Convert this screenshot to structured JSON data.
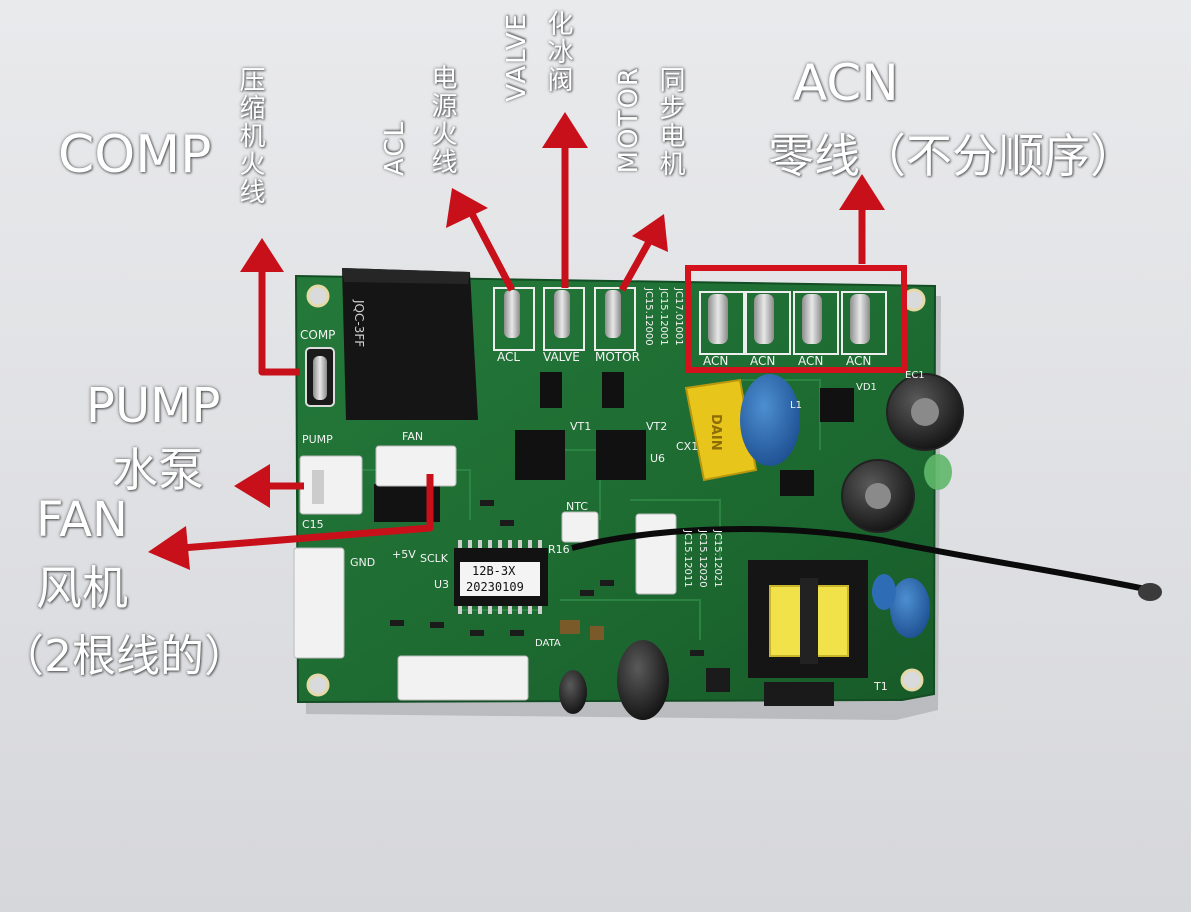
{
  "annotations": {
    "comp": "COMP",
    "comp_live": "压缩机火线",
    "acl_cn": "电源火线",
    "acl_en": "ACL",
    "valve_cn": "化冰阀",
    "valve_en": "VALVE",
    "motor_cn": "同步电机",
    "motor_en": "MOTOR",
    "acn_title": "ACN",
    "acn_desc": "零线（不分顺序）",
    "pump_en": "PUMP",
    "pump_cn": "水泵",
    "fan_en": "FAN",
    "fan_cn": "风机",
    "fan_note": "（2根线的）"
  },
  "board": {
    "silk_comp": "COMP",
    "silk_pump": "PUMP",
    "silk_fan": "FAN",
    "silk_acl": "ACL",
    "silk_valve": "VALVE",
    "silk_motor": "MOTOR",
    "silk_acn": [
      "ACN",
      "ACN",
      "ACN",
      "ACN"
    ],
    "silk_ntc": "NTC",
    "silk_5v": "+5V",
    "silk_gnd": "GND",
    "silk_sclk": "SCLK",
    "silk_data": "DATA",
    "silk_u3": "U3",
    "silk_u6": "U6",
    "silk_vt1": "VT1",
    "silk_vt2": "VT2",
    "silk_cx1": "CX1",
    "silk_ec1": "EC1",
    "silk_vd1": "VD1",
    "silk_l1": "L1",
    "silk_t1": "T1",
    "silk_c15": "C15",
    "silk_r16": "R16",
    "silk_jc_top": [
      "JC15.12000",
      "JC15.12001",
      "JC17.01001"
    ],
    "silk_jc_mid": [
      "JC15.12011",
      "JC15.12020",
      "JC15.12021"
    ],
    "chip_label_1": "12B-3X",
    "chip_label_2": "20230109",
    "relay_text": "JQC-3FF",
    "cap_text": "DAIN"
  },
  "colors": {
    "arrow": "#c8101a",
    "pcb": "#1f6b33",
    "label": "#ffffff",
    "highlight_box": "#d4121e"
  }
}
